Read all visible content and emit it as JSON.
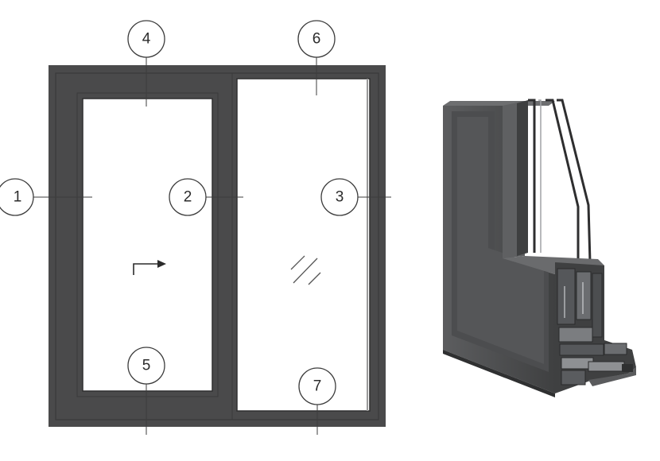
{
  "diagram": {
    "callouts": [
      {
        "id": "callout-1",
        "label": "1"
      },
      {
        "id": "callout-2",
        "label": "2"
      },
      {
        "id": "callout-3",
        "label": "3"
      },
      {
        "id": "callout-4",
        "label": "4"
      },
      {
        "id": "callout-5",
        "label": "5"
      },
      {
        "id": "callout-6",
        "label": "6"
      },
      {
        "id": "callout-7",
        "label": "7"
      }
    ],
    "colors": {
      "frame": "#4a4a4b",
      "frame_edge": "#3a3a3b",
      "glass": "#ffffff",
      "line": "#3c3c3c",
      "profile_dark": "#414243",
      "profile_mid": "#5a5b5d",
      "profile_light": "#8e9093"
    },
    "symbols": {
      "opening_direction": "arrow-right-icon",
      "fixed_glass": "glass-hatch-icon"
    }
  }
}
